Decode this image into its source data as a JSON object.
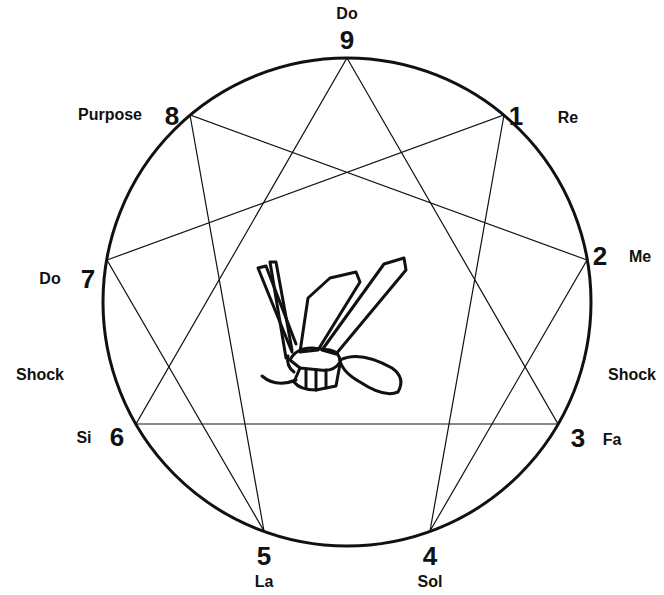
{
  "diagram": {
    "labels": [
      "Do",
      "9",
      "Purpose",
      "8",
      "1",
      "Re",
      "Do",
      "7",
      "2",
      "Me",
      "Shock",
      "Shock",
      "Si",
      "6",
      "3",
      "Fa",
      "5",
      "4",
      "La",
      "Sol"
    ]
  }
}
